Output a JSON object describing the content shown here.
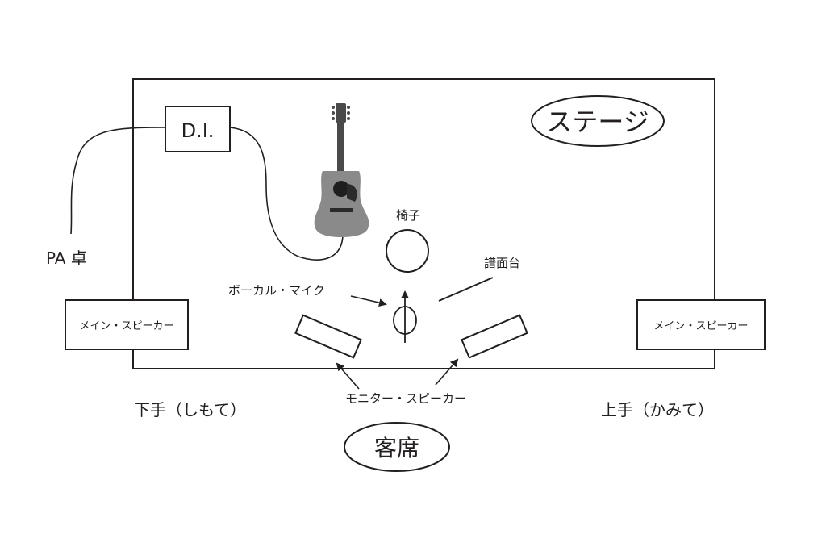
{
  "diagram": {
    "stage_label": "ステージ",
    "audience_label": "客席",
    "di_label": "D.I.",
    "pa_label": "PA 卓",
    "main_speaker_left": "メイン・スピーカー",
    "main_speaker_right": "メイン・スピーカー",
    "chair_label": "椅子",
    "music_stand_label": "譜面台",
    "vocal_mic_label": "ボーカル・マイク",
    "monitor_speaker_label": "モニター・スピーカー",
    "stage_left_label": "下手（しもて）",
    "stage_right_label": "上手（かみて）",
    "guitar_icon": "acoustic-guitar-icon",
    "colors": {
      "line": "#231f20",
      "guitar_body": "#8a8a8a",
      "guitar_neck": "#4a4a4a"
    }
  }
}
